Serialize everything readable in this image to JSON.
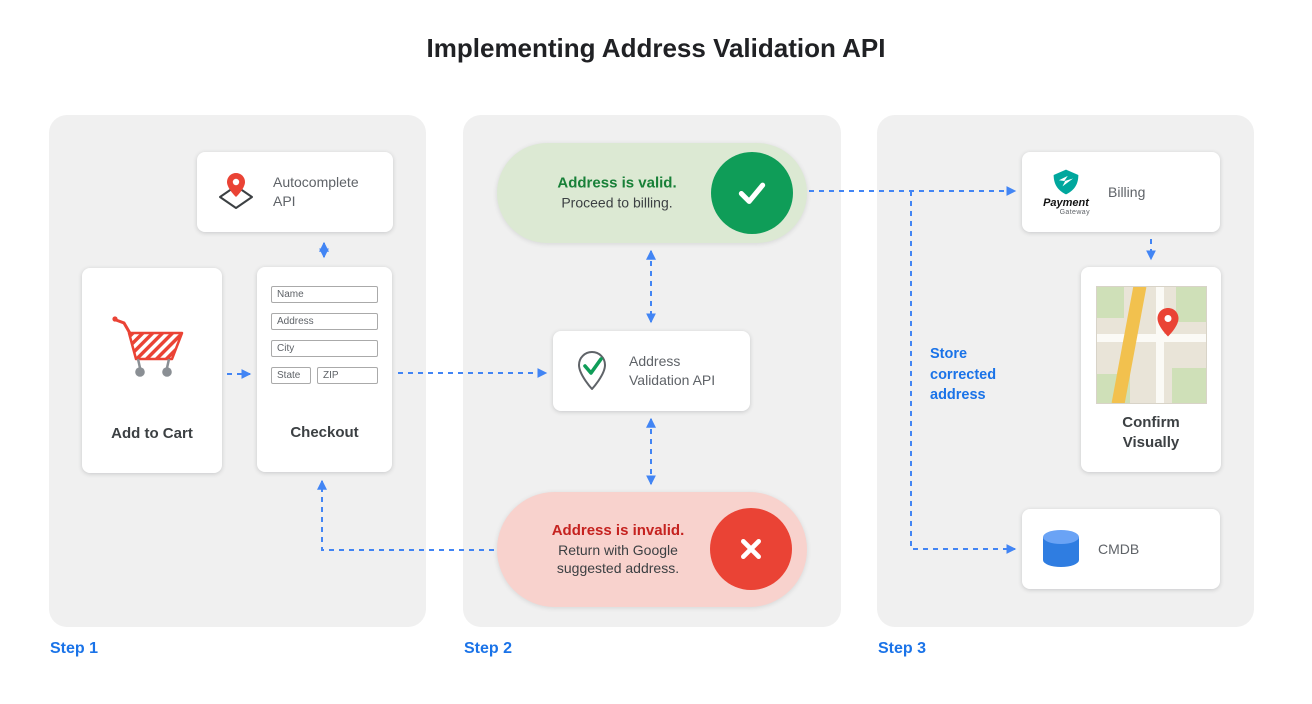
{
  "title": "Implementing Address Validation API",
  "colors": {
    "arrow_blue": "#4285f4",
    "step_blue": "#1a73e8",
    "valid_green": "#0f9d58",
    "valid_title_green": "#188038",
    "invalid_red": "#ea4335",
    "invalid_title_red": "#c5221f",
    "panel_gray": "#f0f0f0",
    "valid_pill_bg": "#dce9d3",
    "invalid_pill_bg": "#f8d2cd"
  },
  "step_labels": {
    "step1": "Step 1",
    "step2": "Step 2",
    "step3": "Step 3"
  },
  "step1": {
    "autocomplete": {
      "label": "Autocomplete API"
    },
    "add_to_cart": {
      "label": "Add to Cart"
    },
    "checkout": {
      "label": "Checkout",
      "fields": {
        "name": "Name",
        "address": "Address",
        "city": "City",
        "state": "State",
        "zip": "ZIP"
      }
    }
  },
  "step2": {
    "valid": {
      "title": "Address is valid.",
      "subtitle": "Proceed to billing."
    },
    "validation_api": {
      "label": "Address Validation API"
    },
    "invalid": {
      "title": "Address is invalid.",
      "subtitle": "Return with Google suggested address."
    }
  },
  "step3": {
    "billing": {
      "label": "Billing",
      "logo_title": "Payment",
      "logo_subtitle": "Gateway"
    },
    "confirm": {
      "label": "Confirm Visually"
    },
    "cmdb": {
      "label": "CMDB"
    },
    "note": "Store corrected address"
  }
}
